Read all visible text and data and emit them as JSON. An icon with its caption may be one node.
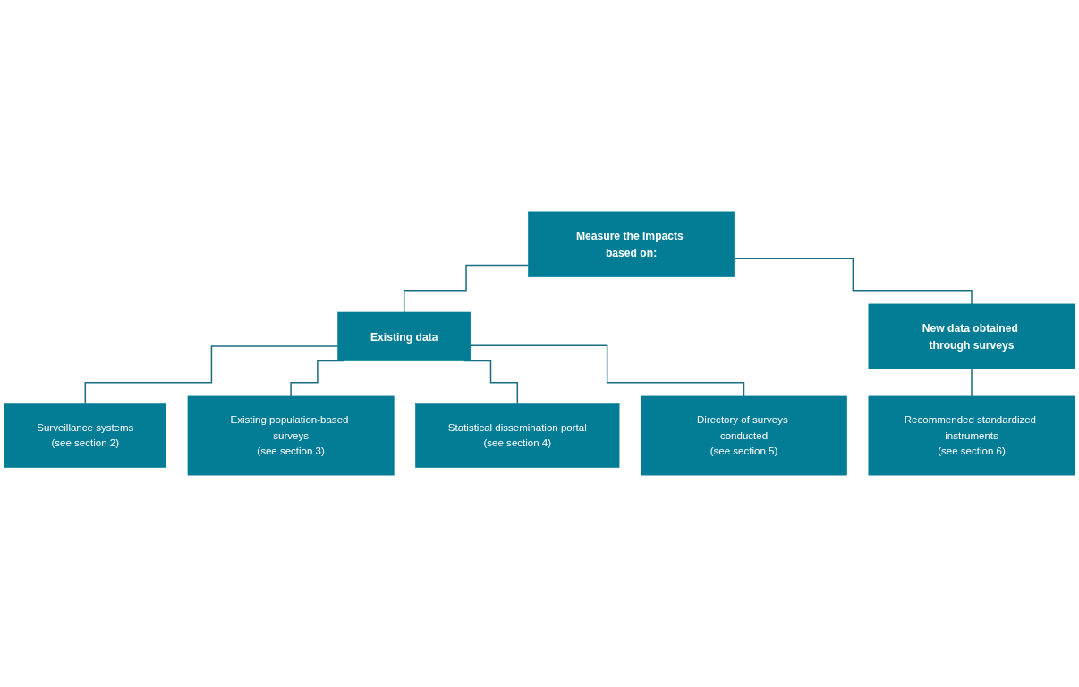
{
  "diagram": {
    "nodes": [
      {
        "text": [
          "Measure the impacts based on:"
        ]
      },
      {
        "text": [
          "Existing data"
        ]
      },
      {
        "text": [
          "New data obtained through surveys"
        ]
      },
      {
        "text": [
          "Surveillance systems",
          "(see section 2)"
        ]
      },
      {
        "text": [
          "Existing population-based surveys",
          "(see section 3)"
        ]
      },
      {
        "text": [
          "Statistical dissemination portal",
          "(see section 4)"
        ]
      },
      {
        "text": [
          "Directory of surveys conducted",
          "(see section 5)"
        ]
      },
      {
        "text": [
          "Recommended standardized instruments",
          "(see section 6)"
        ]
      }
    ],
    "edges": [
      {
        "from": 0,
        "to": 1,
        "arrow": "none"
      },
      {
        "from": 0,
        "to": 2,
        "arrow": "none"
      },
      {
        "from": 1,
        "to": 3,
        "arrow": "none"
      },
      {
        "from": 1,
        "to": 4,
        "arrow": "none"
      },
      {
        "from": 1,
        "to": 5,
        "arrow": "none"
      },
      {
        "from": 1,
        "to": 6,
        "arrow": "none"
      },
      {
        "from": 2,
        "to": 7,
        "arrow": "none"
      }
    ]
  }
}
